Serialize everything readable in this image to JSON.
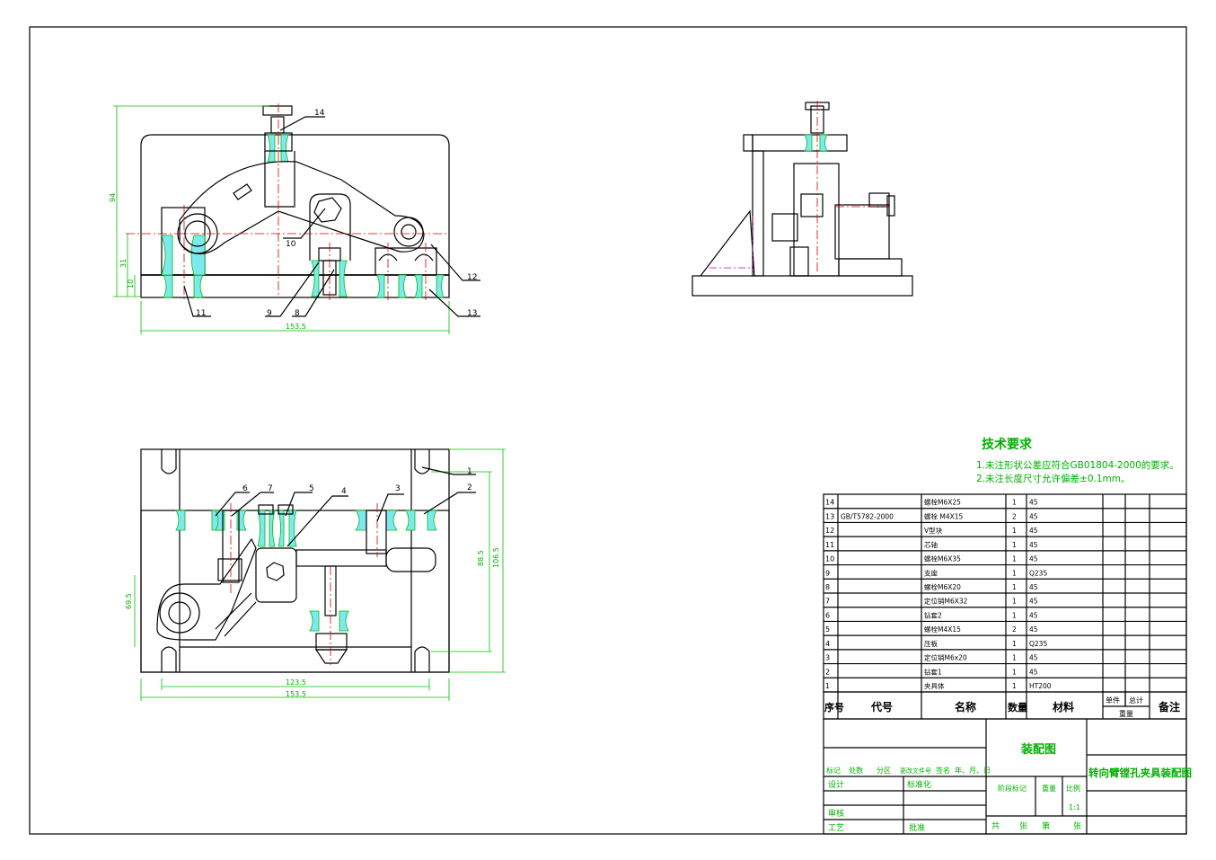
{
  "tech_req": {
    "title": "技术要求",
    "line1": "1.未注形状公差应符合GB01804-2000的要求。",
    "line2": "2.未注长度尺寸允许偏差±0.1mm。"
  },
  "front_view": {
    "dims": {
      "height_total": "94",
      "height_31": "31",
      "height_10": "10",
      "width": "153.5"
    },
    "labels": [
      "14",
      "10",
      "12",
      "11",
      "9",
      "8",
      "13"
    ]
  },
  "top_view": {
    "dims": {
      "inner_width": "123.5",
      "width": "153.5",
      "h_88_5": "88.5",
      "h_106_5": "106.5",
      "h_69_5": "69.5"
    },
    "labels": [
      "1",
      "2",
      "3",
      "4",
      "5",
      "6",
      "7"
    ]
  },
  "bom": {
    "rows": [
      {
        "no": "14",
        "code": "",
        "name": "螺栓M6X25",
        "qty": "1",
        "mat": "45"
      },
      {
        "no": "13",
        "code": "GB/T5782-2000",
        "name": "螺栓 M4X15",
        "qty": "2",
        "mat": "45"
      },
      {
        "no": "12",
        "code": "",
        "name": "V型块",
        "qty": "1",
        "mat": "45"
      },
      {
        "no": "11",
        "code": "",
        "name": "芯轴",
        "qty": "1",
        "mat": "45"
      },
      {
        "no": "10",
        "code": "",
        "name": "螺栓M6X35",
        "qty": "1",
        "mat": "45"
      },
      {
        "no": "9",
        "code": "",
        "name": "支座",
        "qty": "1",
        "mat": "Q235"
      },
      {
        "no": "8",
        "code": "",
        "name": "螺栓M6X20",
        "qty": "1",
        "mat": "45"
      },
      {
        "no": "7",
        "code": "",
        "name": "定位销M6X32",
        "qty": "1",
        "mat": "45"
      },
      {
        "no": "6",
        "code": "",
        "name": "钻套2",
        "qty": "1",
        "mat": "45"
      },
      {
        "no": "5",
        "code": "",
        "name": "螺栓M4X15",
        "qty": "2",
        "mat": "45"
      },
      {
        "no": "4",
        "code": "",
        "name": "压板",
        "qty": "1",
        "mat": "Q235"
      },
      {
        "no": "3",
        "code": "",
        "name": "定位销M6x20",
        "qty": "1",
        "mat": "45"
      },
      {
        "no": "2",
        "code": "",
        "name": "钻套1",
        "qty": "1",
        "mat": "45"
      },
      {
        "no": "1",
        "code": "",
        "name": "夹具体",
        "qty": "1",
        "mat": "HT200"
      }
    ],
    "header": {
      "no": "序号",
      "code": "代号",
      "name": "名称",
      "qty": "数量",
      "mat": "材料",
      "unit": "单件",
      "total": "总计",
      "weight": "重量",
      "remark": "备注"
    }
  },
  "title_block": {
    "drawing_type": "装配图",
    "drawing_name": "转向臂镗孔夹具装配图",
    "mark": "标记",
    "count": "处数",
    "zone": "分区",
    "change_doc": "更改文件号",
    "sign": "签名",
    "date": "年、月、日",
    "design": "设计",
    "standardize": "标准化",
    "stage": "阶段标记",
    "weight": "重量",
    "scale": "比例",
    "scale_value": "1:1",
    "review": "审核",
    "process": "工艺",
    "approve": "批准",
    "total": "共",
    "sheets": "张",
    "page": "第",
    "sheet": "张"
  }
}
